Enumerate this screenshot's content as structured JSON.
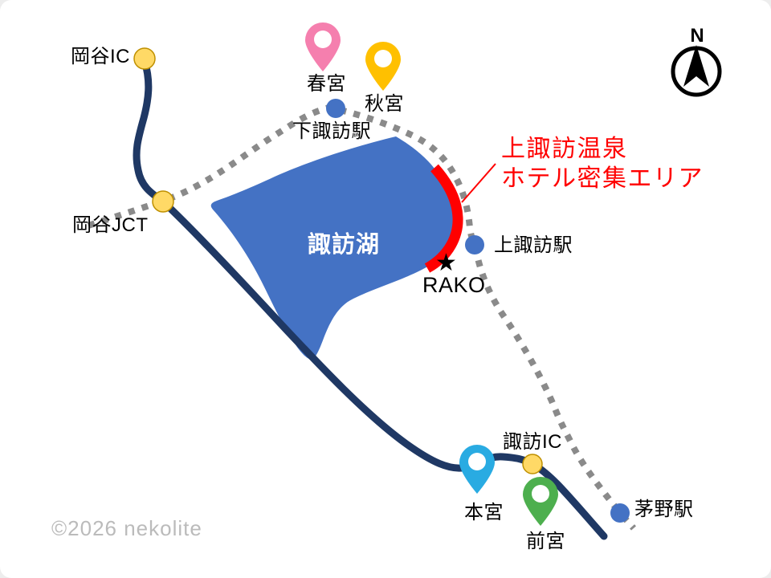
{
  "colors": {
    "lake": "#4472C4",
    "highway": "#1F3864",
    "railway": "#8A8A8A",
    "station_dot": "#4472C4",
    "interchange_fill": "#FFD966",
    "interchange_stroke": "#BF9000",
    "highlight_red": "#FF0000",
    "pin_harumiya": "#F57FAE",
    "pin_akimiya": "#FFC000",
    "pin_honmiya": "#29ABE2",
    "pin_maemiya": "#4DAF4E",
    "pin_hole": "#FFFFFF",
    "compass": "#000000"
  },
  "labels": {
    "okaya_ic": "岡谷IC",
    "okaya_jct": "岡谷JCT",
    "harumiya": "春宮",
    "akimiya": "秋宮",
    "shimosuwa_station": "下諏訪駅",
    "kamisuwa_station": "上諏訪駅",
    "lake_suwa": "諏訪湖",
    "rako": "RAKO",
    "suwa_ic": "諏訪IC",
    "honmiya": "本宮",
    "maemiya": "前宮",
    "chino_station": "茅野駅"
  },
  "annotation": {
    "line1": "上諏訪温泉",
    "line2": "ホテル密集エリア"
  },
  "icons": {
    "rako_star": "★",
    "compass_n": "N"
  },
  "copyright": "©2026 nekolite"
}
